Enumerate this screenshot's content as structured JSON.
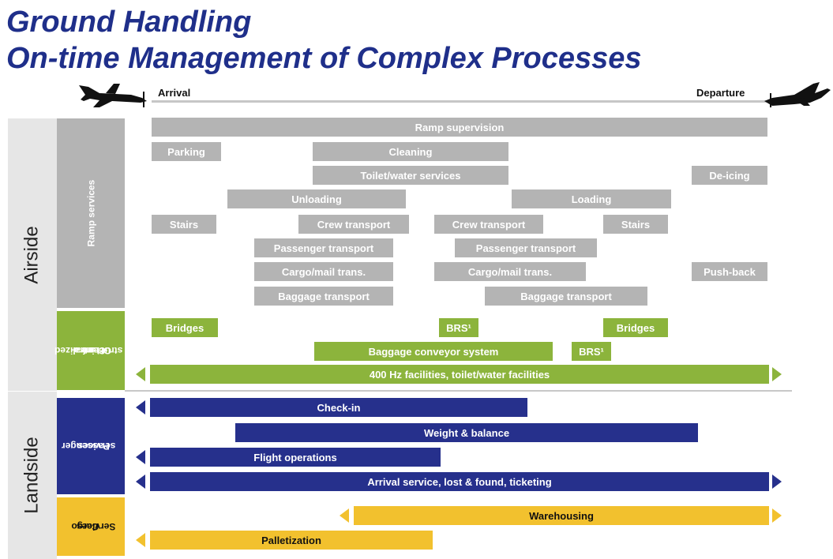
{
  "title": {
    "line1": "Ground Handling",
    "line2": "On-time Management of Complex Processes"
  },
  "timeline": {
    "start_label": "Arrival",
    "end_label": "Departure",
    "start_icon": "airplane-icon",
    "end_icon": "airplane-icon"
  },
  "sections": {
    "airside": "Airside",
    "landside": "Landside",
    "ramp_services": "Ramp services",
    "centralized_line1": "Centralized",
    "centralized_line2": "GH infra-",
    "centralized_line3": "structure",
    "passenger_line1": "Passenger",
    "passenger_line2": "services",
    "cargo_line1": "Cargo",
    "cargo_line2": "Services"
  },
  "bars": {
    "ramp_supervision": "Ramp supervision",
    "parking": "Parking",
    "cleaning": "Cleaning",
    "toilet_water": "Toilet/water services",
    "deicing": "De-icing",
    "unloading": "Unloading",
    "loading": "Loading",
    "stairs_arr": "Stairs",
    "crew_transport_arr": "Crew  transport",
    "crew_transport_dep": "Crew  transport",
    "stairs_dep": "Stairs",
    "passenger_transport_arr": "Passenger transport",
    "passenger_transport_dep": "Passenger transport",
    "cargo_mail_arr": "Cargo/mail trans.",
    "cargo_mail_dep": "Cargo/mail trans.",
    "push_back": "Push-back",
    "baggage_transport_arr": "Baggage transport",
    "baggage_transport_dep": "Baggage transport",
    "bridges_arr": "Bridges",
    "brs_1": "BRS¹",
    "bridges_dep": "Bridges",
    "baggage_conveyor": "Baggage conveyor system",
    "brs_2": "BRS¹",
    "facilities_400hz": "400 Hz facilities, toilet/water facilities",
    "check_in": "Check-in",
    "weight_balance": "Weight & balance",
    "flight_operations": "Flight operations",
    "arrival_service": "Arrival service, lost & found, ticketing",
    "warehousing": "Warehousing",
    "palletization": "Palletization"
  },
  "colors": {
    "title": "#1f2f8a",
    "ramp": "#b4b4b4",
    "infrastructure": "#8cb43c",
    "passenger": "#26308c",
    "cargo": "#f2c12e"
  }
}
